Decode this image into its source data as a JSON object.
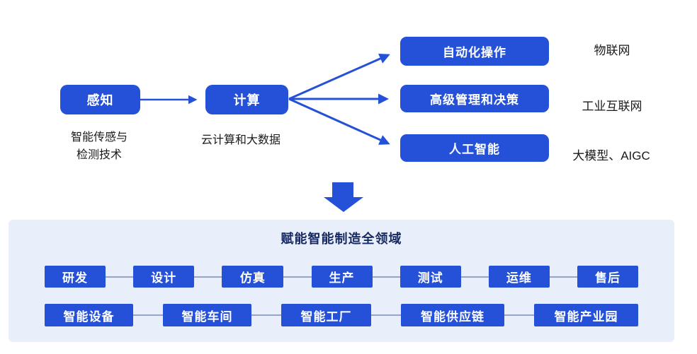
{
  "colors": {
    "primary_blue": "#2551D8",
    "panel_background": "#E9EFFA",
    "connector_line": "#98A4C6",
    "title_navy": "#182A63"
  },
  "flow": {
    "perception": {
      "label": "感知",
      "caption_line1": "智能传感与",
      "caption_line2": "检测技术"
    },
    "computing": {
      "label": "计算",
      "caption": "云计算和大数据"
    },
    "outputs": [
      {
        "label": "自动化操作",
        "annotation": "物联网"
      },
      {
        "label": "高级管理和决策",
        "annotation": "工业互联网"
      },
      {
        "label": "人工智能",
        "annotation": "大模型、AIGC"
      }
    ]
  },
  "panel": {
    "title": "赋能智能制造全领域",
    "process_chain": [
      "研发",
      "设计",
      "仿真",
      "生产",
      "测试",
      "运维",
      "售后"
    ],
    "scenario_chain": [
      "智能设备",
      "智能车间",
      "智能工厂",
      "智能供应链",
      "智能产业园"
    ]
  }
}
